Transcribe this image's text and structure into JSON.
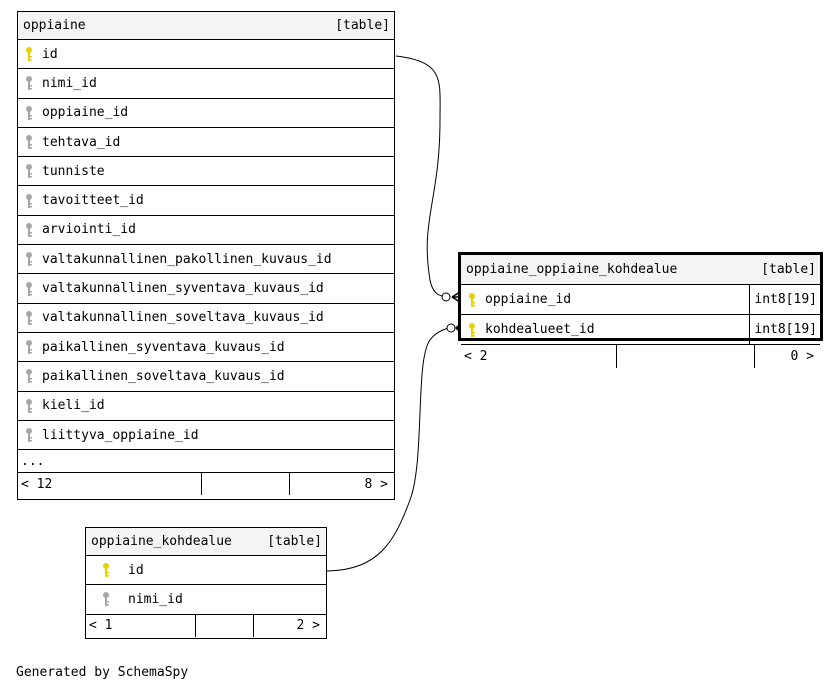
{
  "tables": {
    "oppiaine": {
      "name": "oppiaine",
      "kind": "[table]",
      "columns": [
        {
          "name": "id",
          "key": "primary"
        },
        {
          "name": "nimi_id",
          "key": "foreign"
        },
        {
          "name": "oppiaine_id",
          "key": "foreign"
        },
        {
          "name": "tehtava_id",
          "key": "foreign"
        },
        {
          "name": "tunniste",
          "key": "foreign"
        },
        {
          "name": "tavoitteet_id",
          "key": "foreign"
        },
        {
          "name": "arviointi_id",
          "key": "foreign"
        },
        {
          "name": "valtakunnallinen_pakollinen_kuvaus_id",
          "key": "foreign"
        },
        {
          "name": "valtakunnallinen_syventava_kuvaus_id",
          "key": "foreign"
        },
        {
          "name": "valtakunnallinen_soveltava_kuvaus_id",
          "key": "foreign"
        },
        {
          "name": "paikallinen_syventava_kuvaus_id",
          "key": "foreign"
        },
        {
          "name": "paikallinen_soveltava_kuvaus_id",
          "key": "foreign"
        },
        {
          "name": "kieli_id",
          "key": "foreign"
        },
        {
          "name": "liittyva_oppiaine_id",
          "key": "foreign"
        }
      ],
      "more": "...",
      "parents": "< 12",
      "children": "8 >"
    },
    "oppiaine_oppiaine_kohdealue": {
      "name": "oppiaine_oppiaine_kohdealue",
      "kind": "[table]",
      "columns": [
        {
          "name": "oppiaine_id",
          "type": "int8[19]",
          "key": "primary"
        },
        {
          "name": "kohdealueet_id",
          "type": "int8[19]",
          "key": "primary"
        }
      ],
      "parents": "< 2",
      "children": "0 >"
    },
    "oppiaine_kohdealue": {
      "name": "oppiaine_kohdealue",
      "kind": "[table]",
      "columns": [
        {
          "name": "id",
          "key": "primary"
        },
        {
          "name": "nimi_id",
          "key": "foreign"
        }
      ],
      "parents": "< 1",
      "children": "2 >"
    }
  },
  "footer": "Generated by SchemaSpy",
  "colors": {
    "primary_key": "#e8d200",
    "foreign_key": "#a6a6a6",
    "header_bg": "#f4f4f4",
    "line": "#000000"
  }
}
